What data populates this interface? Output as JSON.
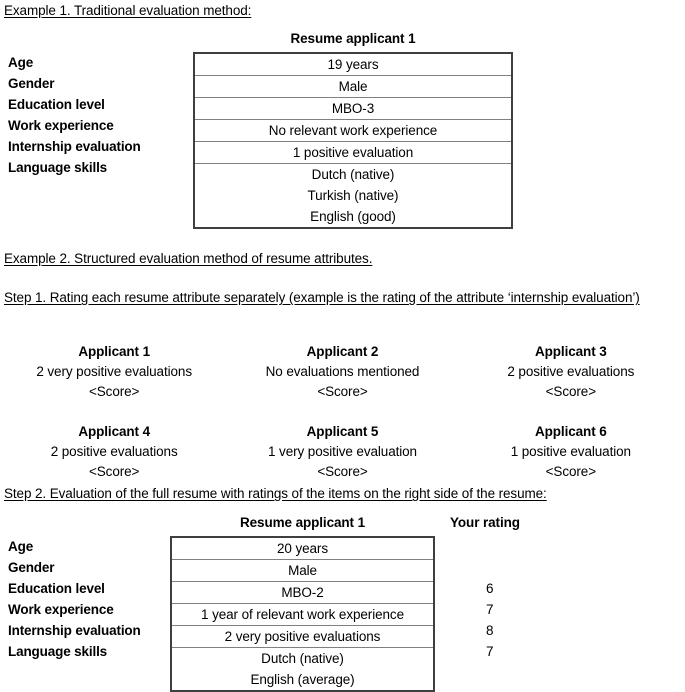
{
  "document": {
    "example1_heading": "Example 1. Traditional evaluation method:",
    "example2_heading": "Example 2. Structured evaluation method of resume attributes.",
    "step1_heading": "Step 1. Rating each resume attribute separately (example is the rating of the attribute ‘internship evaluation’)",
    "step2_heading": "Step 2. Evaluation of the full resume with ratings of the items on the right side of the resume:"
  },
  "attribute_labels": [
    "Age",
    "Gender",
    "Education level",
    "Work experience",
    "Internship evaluation",
    "Language skills"
  ],
  "table1": {
    "title": "Resume applicant 1",
    "rows": [
      {
        "label": "Age",
        "value": "19 years"
      },
      {
        "label": "Gender",
        "value": "Male"
      },
      {
        "label": "Education level",
        "value": "MBO-3"
      },
      {
        "label": "Work experience",
        "value": "No relevant work experience"
      },
      {
        "label": "Internship evaluation",
        "value": "1 positive evaluation"
      }
    ],
    "language_rows": [
      "Dutch (native)",
      "Turkish (native)",
      "English (good)"
    ]
  },
  "step1_applicants": [
    {
      "name": "Applicant 1",
      "description": "2 very positive evaluations",
      "score": "<Score>"
    },
    {
      "name": "Applicant 2",
      "description": "No evaluations mentioned",
      "score": "<Score>"
    },
    {
      "name": "Applicant 3",
      "description": "2 positive evaluations",
      "score": "<Score>"
    },
    {
      "name": "Applicant 4",
      "description": "2 positive evaluations",
      "score": "<Score>"
    },
    {
      "name": "Applicant 5",
      "description": "1 very positive evaluation",
      "score": "<Score>"
    },
    {
      "name": "Applicant 6",
      "description": "1 positive evaluation",
      "score": "<Score>"
    }
  ],
  "table2": {
    "title": "Resume applicant 1",
    "rating_header": "Your rating",
    "rows": [
      {
        "label": "Age",
        "value": "20 years",
        "rating": ""
      },
      {
        "label": "Gender",
        "value": "Male",
        "rating": ""
      },
      {
        "label": "Education level",
        "value": "MBO-2",
        "rating": "6"
      },
      {
        "label": "Work experience",
        "value": "1 year of relevant work experience",
        "rating": "7"
      },
      {
        "label": "Internship evaluation",
        "value": "2 very positive evaluations",
        "rating": "8"
      }
    ],
    "language_rows": [
      "Dutch (native)",
      "English (average)"
    ],
    "language_rating": "7"
  }
}
